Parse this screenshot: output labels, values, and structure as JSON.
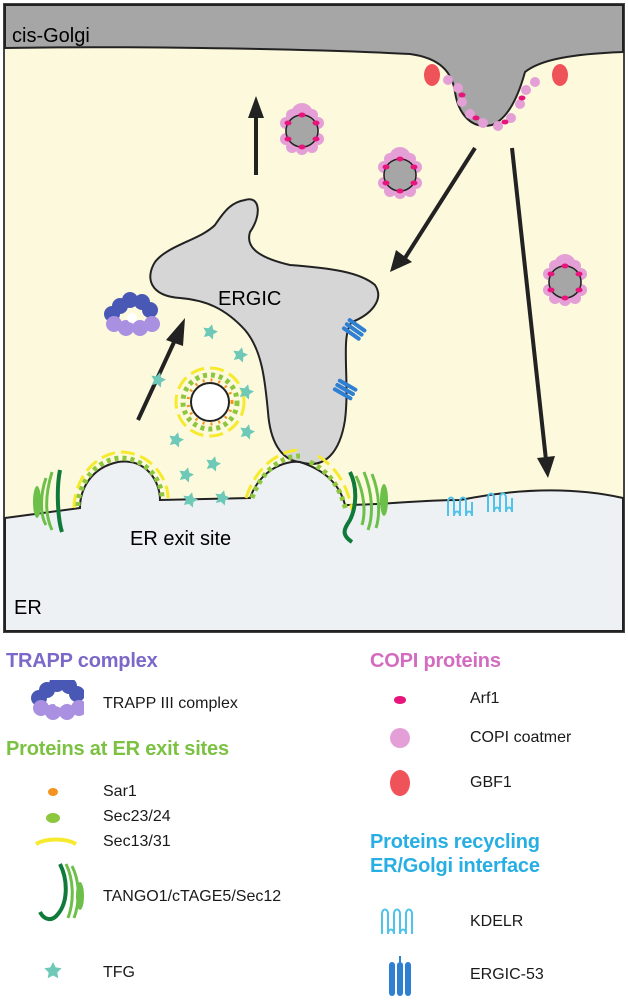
{
  "diagram": {
    "labels": {
      "cis_golgi": "cis-Golgi",
      "ergic": "ERGIC",
      "er_exit_site": "ER exit site",
      "er": "ER"
    }
  },
  "legend": {
    "trapp": {
      "title": "TRAPP complex",
      "items": [
        "TRAPP III complex"
      ]
    },
    "er_exit": {
      "title": "Proteins at ER exit sites",
      "items": [
        "Sar1",
        "Sec23/24",
        "Sec13/31",
        "TANGO1/cTAGE5/Sec12",
        "TFG"
      ]
    },
    "copi": {
      "title": "COPI proteins",
      "items": [
        "Arf1",
        "COPI coatmer",
        "GBF1"
      ]
    },
    "recycling": {
      "title": "Proteins recycling\nER/Golgi interface",
      "items": [
        "KDELR",
        "ERGIC-53"
      ]
    }
  },
  "colors": {
    "cytoplasm": "#fdf9dc",
    "golgi": "#a6a6a6",
    "ergic": "#d6d6d6",
    "er": "#eef1f3",
    "trapp_title": "#7b68c8",
    "er_exit_title": "#7cc242",
    "copi_title": "#d36cc0",
    "recycling_title": "#27aee3",
    "arf1": "#e8147c",
    "copi_coat": "#e4a0d6",
    "gbf1": "#f0525a",
    "sar1": "#f39320",
    "sec2324": "#8dc63f",
    "sec1331": "#f6ea2e",
    "tango1_dark": "#0f7a3a",
    "tango1_light": "#6cc04a",
    "tfg": "#6fc9b8",
    "kdelr": "#4fc3e8",
    "ergic53": "#2f7fd3"
  }
}
